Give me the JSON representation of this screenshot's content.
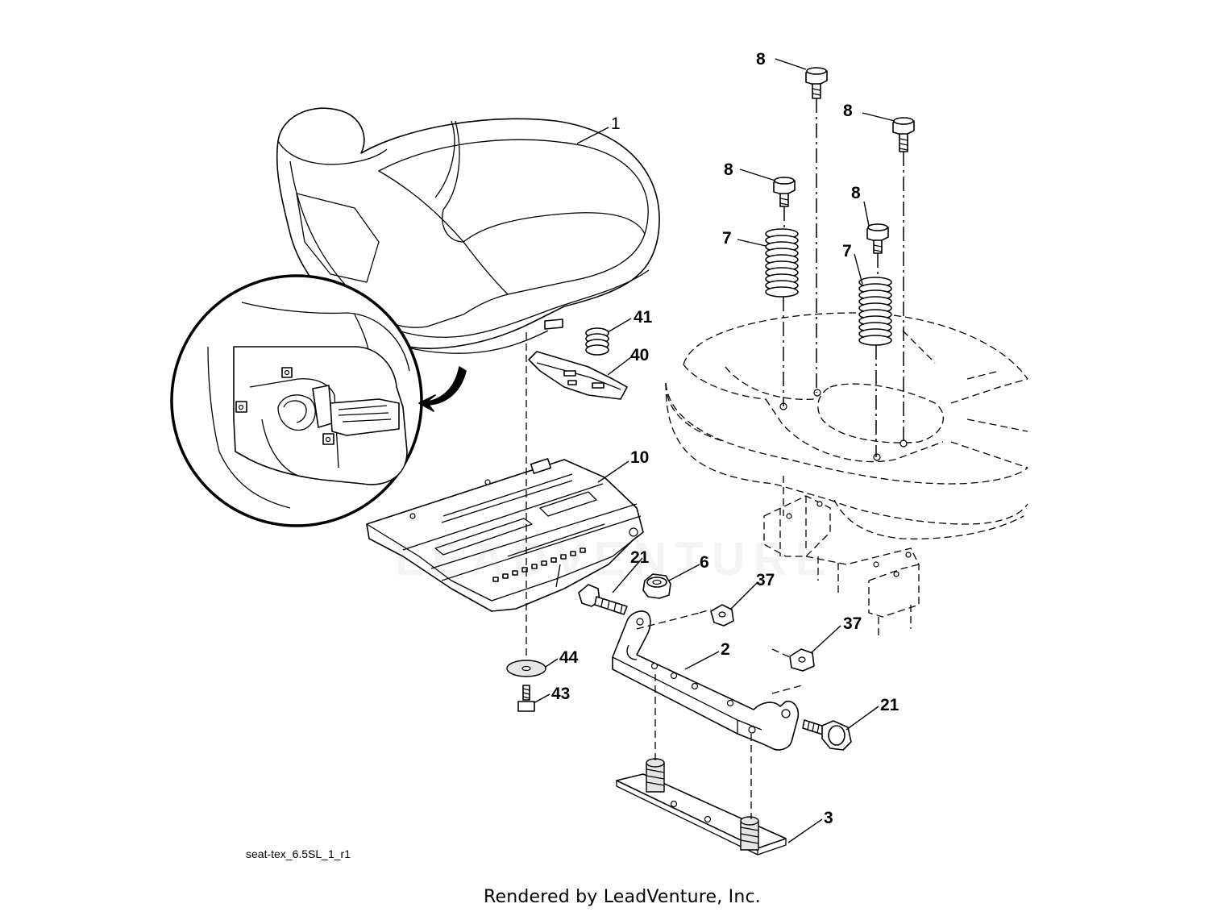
{
  "diagram": {
    "reference_code": "seat-tex_6.5SL_1_r1",
    "credit": "Rendered by LeadVenture, Inc.",
    "watermark": "LEADVENTURE"
  },
  "callouts": {
    "seat": "1",
    "bracket": "2",
    "base_plate": "3",
    "nut_6": "6",
    "spring_left": "7",
    "spring_right": "7",
    "bolt_8_a": "8",
    "bolt_8_b": "8",
    "bolt_8_c": "8",
    "bolt_8_d": "8",
    "seat_pan": "10",
    "bolt_21_left": "21",
    "bolt_21_right": "21",
    "nut_37_a": "37",
    "nut_37_b": "37",
    "clip_40": "40",
    "spring_41": "41",
    "bolt_43": "43",
    "washer_44": "44"
  }
}
